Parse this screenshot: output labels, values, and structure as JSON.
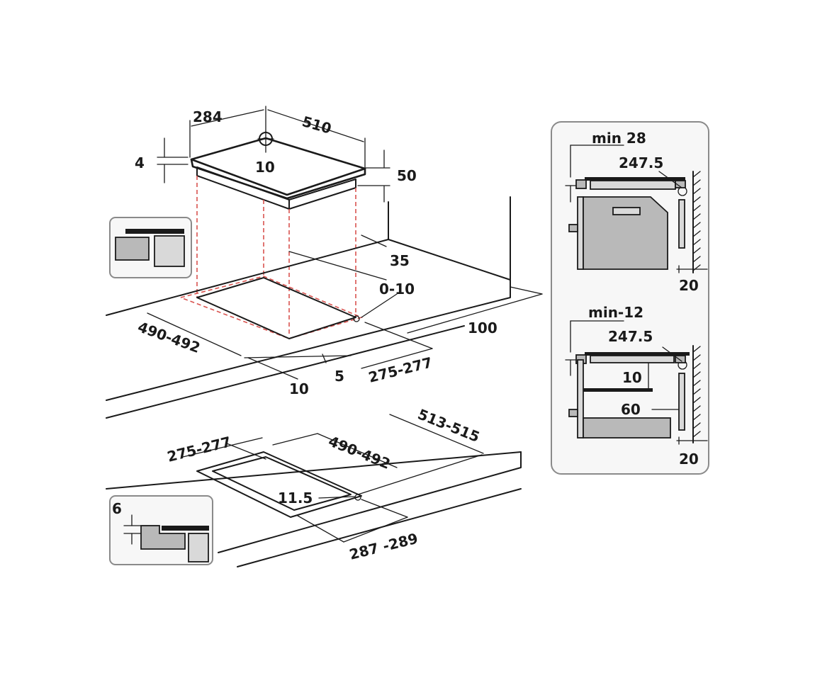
{
  "top_hob": {
    "width_left": "284",
    "width_right": "510",
    "glass_thickness": "4",
    "corner_hole": "10",
    "height": "50"
  },
  "cutout_a": {
    "edge_gap": "35",
    "tolerance": "0-10",
    "depth": "490-492",
    "front_offset": "100",
    "left_offset": "10",
    "small_gap": "5",
    "width": "275-277"
  },
  "cutout_b": {
    "inner_width": "275-277",
    "inner_depth": "490-492",
    "outer_depth": "513-515",
    "corner": "11.5",
    "outer_width": "287 -289"
  },
  "flush_detail": {
    "rebate": "6"
  },
  "side_panel_top": {
    "clearance": "min 28",
    "dimension": "247.5",
    "wall_gap": "20"
  },
  "side_panel_bottom": {
    "clearance": "min-12",
    "dimension": "247.5",
    "shelf_gap": "10",
    "shelf_depth": "60",
    "wall_gap": "20"
  }
}
